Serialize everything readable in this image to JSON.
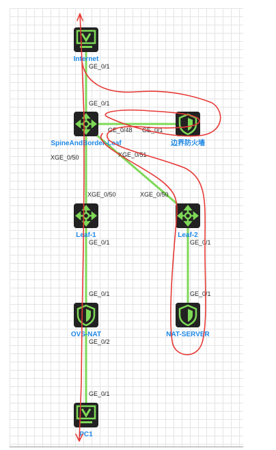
{
  "nodes": {
    "internet": {
      "label": "Internet",
      "icon": "monitor-icon"
    },
    "spine": {
      "label": "SpineAndBorder-Leaf",
      "icon": "switch-icon"
    },
    "firewall": {
      "label": "边界防火墙",
      "icon": "firewall-icon"
    },
    "leaf1": {
      "label": "Leaf-1",
      "icon": "switch-icon"
    },
    "leaf2": {
      "label": "Leaf-2",
      "icon": "switch-icon"
    },
    "ovsnat": {
      "label": "OVS-NAT",
      "icon": "firewall-icon"
    },
    "natserver": {
      "label": "NAT-SERVER",
      "icon": "firewall-icon"
    },
    "pc1": {
      "label": "PC1",
      "icon": "monitor-icon"
    }
  },
  "links": {
    "internet_spine_a": "GE_0/1",
    "internet_spine_b": "GE_0/1",
    "spine_fw_a": "GE_0/48",
    "spine_fw_b": "GE_0/1",
    "spine_leaf1_a": "XGE_0/50",
    "spine_leaf1_b": "XGE_0/50",
    "spine_leaf2_a": "XGE_0/51",
    "spine_leaf2_b": "XGE_0/50",
    "leaf1_ovs_a": "GE_0/1",
    "leaf1_ovs_b": "GE_0/1",
    "leaf2_nat_a": "GE_0/1",
    "leaf2_nat_b": "GE_0/1",
    "ovs_pc1_a": "GE_0/2",
    "ovs_pc1_b": "GE_0/1"
  },
  "colors": {
    "link": "#7ed957",
    "device_fg": "#7ed957",
    "device_bg": "#222222",
    "label": "#1e88e5",
    "annotation": "#e53935"
  }
}
